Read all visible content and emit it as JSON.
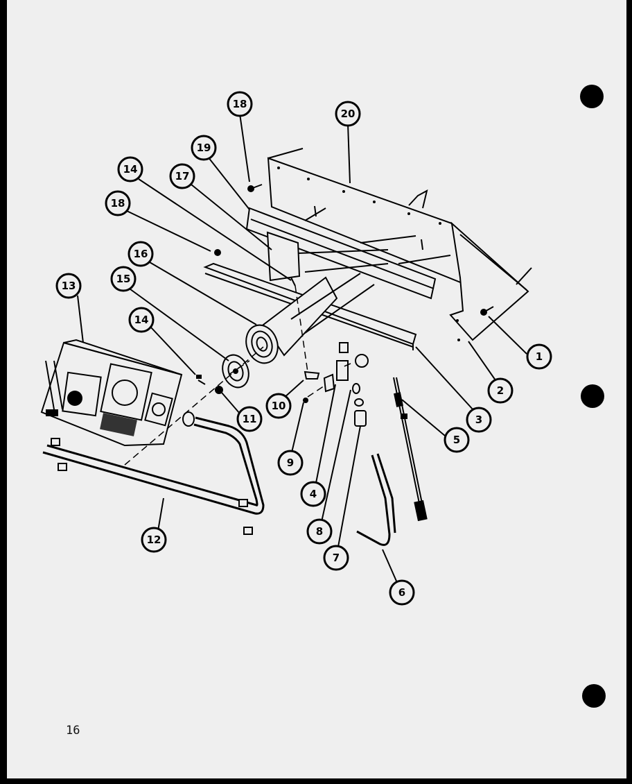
{
  "page_number": "16",
  "callouts": [
    "1",
    "2",
    "3",
    "4",
    "5",
    "6",
    "7",
    "8",
    "9",
    "10",
    "11",
    "12",
    "13",
    "14",
    "15",
    "16",
    "17",
    "18",
    "19",
    "20"
  ],
  "callout_labels": {
    "c1": "1",
    "c2": "2",
    "c3": "3",
    "c4": "4",
    "c5": "5",
    "c6": "6",
    "c7": "7",
    "c8": "8",
    "c9": "9",
    "c10": "10",
    "c11": "11",
    "c12": "12",
    "c13": "13",
    "c14a": "14",
    "c14b": "14",
    "c15": "15",
    "c16": "16",
    "c18a": "18",
    "c18b": "18",
    "c17": "17",
    "c19": "19",
    "c20": "20"
  }
}
